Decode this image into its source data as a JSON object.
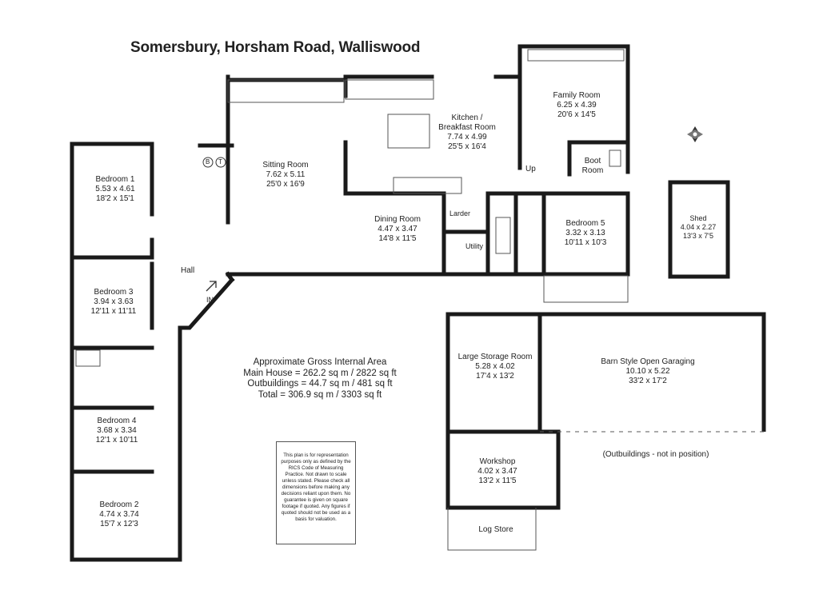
{
  "title": "Somersbury, Horsham Road, Walliswood",
  "rooms": {
    "bedroom1": {
      "name": "Bedroom 1",
      "metric": "5.53 x 4.61",
      "imperial": "18'2 x 15'1"
    },
    "sitting": {
      "name": "Sitting Room",
      "metric": "7.62 x 5.11",
      "imperial": "25'0 x 16'9"
    },
    "kitchen": {
      "name1": "Kitchen /",
      "name2": "Breakfast Room",
      "metric": "7.74 x 4.99",
      "imperial": "25'5 x 16'4"
    },
    "family": {
      "name": "Family Room",
      "metric": "6.25 x 4.39",
      "imperial": "20'6 x 14'5"
    },
    "boot": {
      "name1": "Boot",
      "name2": "Room"
    },
    "dining": {
      "name": "Dining Room",
      "metric": "4.47 x 3.47",
      "imperial": "14'8 x 11'5"
    },
    "bedroom5": {
      "name": "Bedroom 5",
      "metric": "3.32 x 3.13",
      "imperial": "10'11 x 10'3"
    },
    "shed": {
      "name": "Shed",
      "metric": "4.04 x 2.27",
      "imperial": "13'3 x 7'5"
    },
    "bedroom3": {
      "name": "Bedroom 3",
      "metric": "3.94 x 3.63",
      "imperial": "12'11 x 11'11"
    },
    "bedroom4": {
      "name": "Bedroom 4",
      "metric": "3.68 x 3.34",
      "imperial": "12'1 x 10'11"
    },
    "bedroom2": {
      "name": "Bedroom 2",
      "metric": "4.74 x 3.74",
      "imperial": "15'7 x 12'3"
    },
    "storage": {
      "name": "Large Storage Room",
      "metric": "5.28 x 4.02",
      "imperial": "17'4 x 13'2"
    },
    "barn": {
      "name": "Barn Style Open Garaging",
      "metric": "10.10 x 5.22",
      "imperial": "33'2 x 17'2"
    },
    "workshop": {
      "name": "Workshop",
      "metric": "4.02 x 3.47",
      "imperial": "13'2 x 11'5"
    },
    "logstore": {
      "name": "Log Store"
    }
  },
  "labels": {
    "hall": "Hall",
    "in": "IN",
    "up": "Up",
    "larder": "Larder",
    "utility": "Utility",
    "boiler": "B",
    "tank": "T"
  },
  "area": {
    "heading": "Approximate Gross Internal Area",
    "main": "Main House = 262.2 sq m / 2822 sq ft",
    "outbuildings": "Outbuildings = 44.7 sq m / 481 sq ft",
    "total": "Total = 306.9 sq m / 3303 sq ft"
  },
  "disclaimer": "This plan is for representation purposes only as defined by the RICS Code of Measuring Practice. Not drawn to scale unless stated. Please check all dimensions before making any decisions reliant upon them. No guarantee is given on square footage if quoted. Any figures if quoted should not be used as a basis for valuation.",
  "outbuildings_note": "(Outbuildings - not in position)",
  "colors": {
    "wall": "#1a1a1a",
    "thin": "#555555"
  }
}
